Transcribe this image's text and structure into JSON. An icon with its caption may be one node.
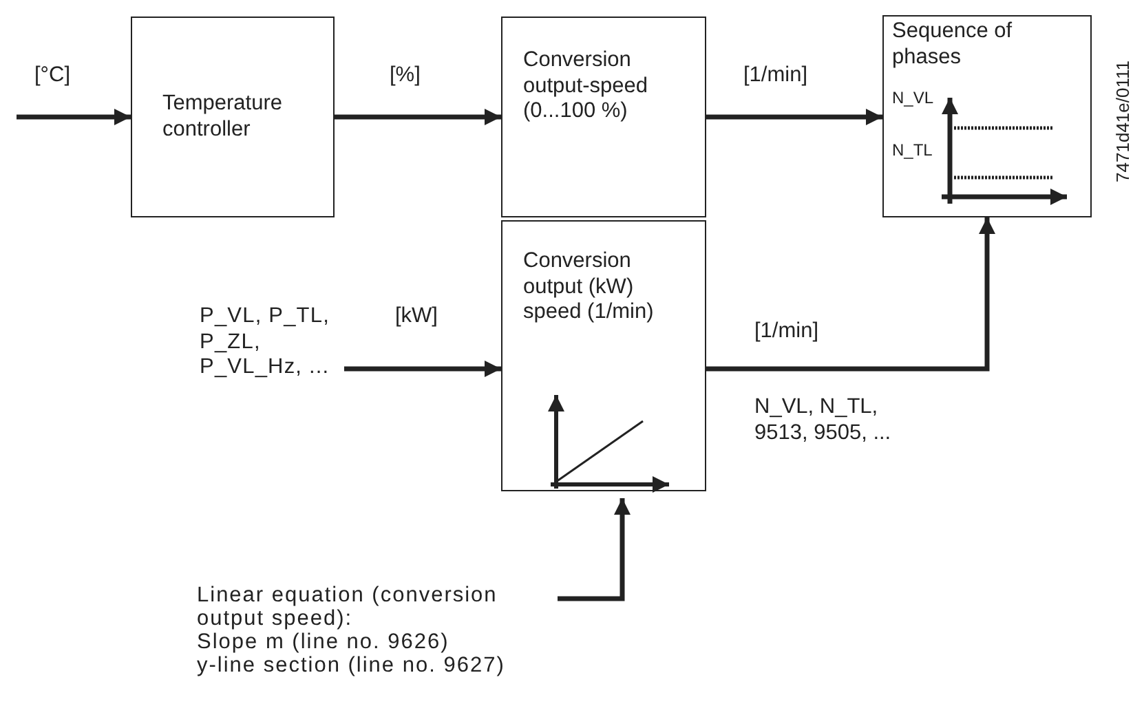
{
  "diagram": {
    "nodes": [
      {
        "text": [
          "Temperature controller"
        ]
      },
      {
        "text": [
          "Conversion output-speed (0...100 %)"
        ]
      },
      {
        "text": [
          "Sequence of phases"
        ]
      },
      {
        "text": [
          "Conversion output (kW) speed (1/min)"
        ]
      },
      {
        "text": [
          "P_VL, P_TL, P_ZL, P_VL_Hz, ..."
        ]
      },
      {
        "text": [
          "Linear equation (conversion output speed):",
          "Slope m (line no. 9626)",
          "y-line section (line no. 9627)"
        ]
      }
    ],
    "edges": [
      {
        "from": null,
        "to": 0,
        "arrow": "to",
        "label": "[°C]"
      },
      {
        "from": 0,
        "to": 1,
        "arrow": "to",
        "label": "[%]"
      },
      {
        "from": 1,
        "to": 2,
        "arrow": "to",
        "label": "[1/min]"
      },
      {
        "from": 4,
        "to": 3,
        "arrow": "to",
        "label": "[kW]"
      },
      {
        "from": 3,
        "to": 2,
        "arrow": "to",
        "label": "[1/min]"
      },
      {
        "from": 5,
        "to": 3,
        "arrow": "to"
      }
    ],
    "labels": [
      "N_VL",
      "N_TL",
      "N_VL, N_TL, 9513, 9505, ...",
      "7471d41e/0111"
    ]
  }
}
